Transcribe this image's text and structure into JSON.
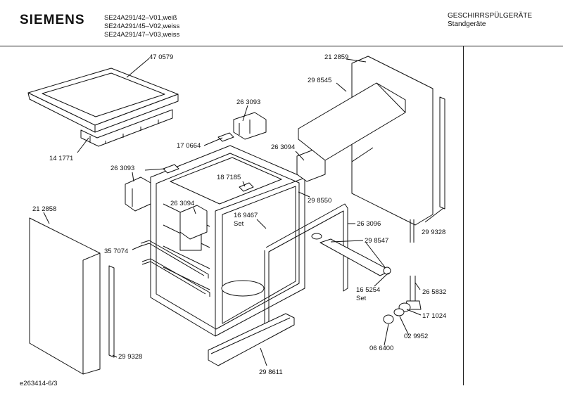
{
  "header": {
    "brand": "SIEMENS",
    "models": [
      "SE24A291/42–V01,weiß",
      "SE24A291/45–V02,weiss",
      "SE24A291/47–V03,weiss"
    ],
    "category": "GESCHIRRSPÜLGERÄTE",
    "subcategory": "Standgeräte"
  },
  "footer": {
    "doc_id": "e263414-6/3"
  },
  "parts": [
    {
      "id": "p1",
      "text": "47 0579"
    },
    {
      "id": "p2",
      "text": "14 1771"
    },
    {
      "id": "p3",
      "text": "26 3093"
    },
    {
      "id": "p4",
      "text": "17 0664"
    },
    {
      "id": "p5",
      "text": "26 3093"
    },
    {
      "id": "p6",
      "text": "18 7185"
    },
    {
      "id": "p7",
      "text": "26 3094"
    },
    {
      "id": "p8",
      "text": "26 3094"
    },
    {
      "id": "p9",
      "text": "16 9467"
    },
    {
      "id": "p10",
      "text": "Set"
    },
    {
      "id": "p11",
      "text": "29 8550"
    },
    {
      "id": "p12",
      "text": "21 2859"
    },
    {
      "id": "p13",
      "text": "29 8545"
    },
    {
      "id": "p14",
      "text": "21 2858"
    },
    {
      "id": "p15",
      "text": "35 7074"
    },
    {
      "id": "p16",
      "text": "26 3096"
    },
    {
      "id": "p17",
      "text": "29 8547"
    },
    {
      "id": "p18",
      "text": "16 5254"
    },
    {
      "id": "p19",
      "text": "Set"
    },
    {
      "id": "p20",
      "text": "29 9328"
    },
    {
      "id": "p21",
      "text": "26 5832"
    },
    {
      "id": "p22",
      "text": "17 1024"
    },
    {
      "id": "p23",
      "text": "02 9952"
    },
    {
      "id": "p24",
      "text": "06 6400"
    },
    {
      "id": "p25",
      "text": "29 9328"
    },
    {
      "id": "p26",
      "text": "29 8611"
    }
  ]
}
